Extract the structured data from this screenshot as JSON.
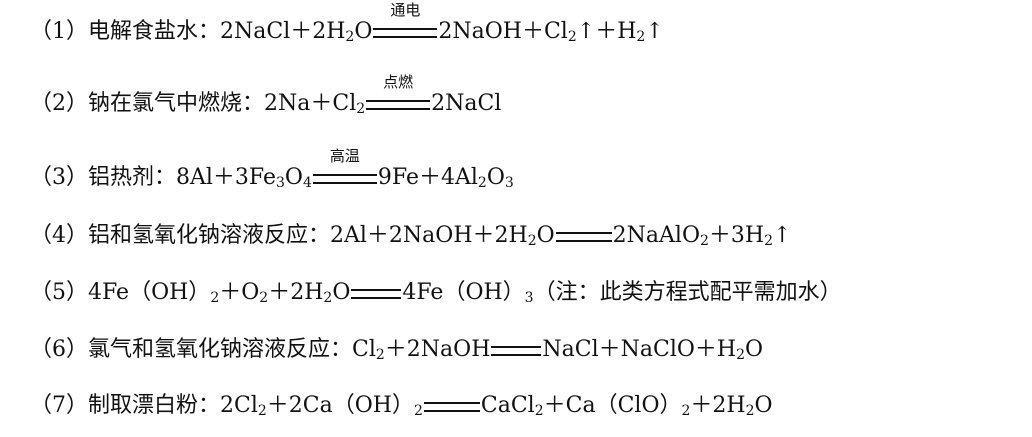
{
  "equations": [
    {
      "left": [
        {
          "t": "（1）电解食盐水：2NaCl＋2H"
        },
        {
          "sub": "2"
        },
        {
          "t": "O"
        }
      ],
      "condition": "通电",
      "right": [
        {
          "t": "2NaOH＋Cl"
        },
        {
          "sub": "2"
        },
        {
          "t": "↑＋H"
        },
        {
          "sub": "2"
        },
        {
          "t": "↑"
        }
      ]
    },
    {
      "left": [
        {
          "t": "（2）钠在氯气中燃烧：2Na＋Cl"
        },
        {
          "sub": "2"
        }
      ],
      "condition": "点燃",
      "right": [
        {
          "t": "2NaCl"
        }
      ]
    },
    {
      "left": [
        {
          "t": "（3）铝热剂：8Al＋3Fe"
        },
        {
          "sub": "3"
        },
        {
          "t": "O"
        },
        {
          "sub": "4"
        }
      ],
      "condition": "高温",
      "right": [
        {
          "t": "9Fe＋4Al"
        },
        {
          "sub": "2"
        },
        {
          "t": "O"
        },
        {
          "sub": "3"
        }
      ]
    },
    {
      "left": [
        {
          "t": "（4）铝和氢氧化钠溶液反应：2Al＋2NaOH＋2H"
        },
        {
          "sub": "2"
        },
        {
          "t": "O"
        }
      ],
      "condition": "",
      "right": [
        {
          "t": "2NaAlO"
        },
        {
          "sub": "2"
        },
        {
          "t": "＋3H"
        },
        {
          "sub": "2"
        },
        {
          "t": "↑"
        }
      ]
    },
    {
      "left": [
        {
          "t": "（5）4Fe（OH）"
        },
        {
          "sub": "2"
        },
        {
          "t": "＋O"
        },
        {
          "sub": "2"
        },
        {
          "t": "＋2H"
        },
        {
          "sub": "2"
        },
        {
          "t": "O"
        }
      ],
      "condition": "",
      "right": [
        {
          "t": "4Fe（OH）"
        },
        {
          "sub": "3"
        },
        {
          "t": "（注：此类方程式配平需加水）"
        }
      ]
    },
    {
      "left": [
        {
          "t": "（6）氯气和氢氧化钠溶液反应：Cl"
        },
        {
          "sub": "2"
        },
        {
          "t": "＋2NaOH"
        }
      ],
      "condition": "",
      "right": [
        {
          "t": "NaCl＋NaClO＋H"
        },
        {
          "sub": "2"
        },
        {
          "t": "O"
        }
      ]
    },
    {
      "left": [
        {
          "t": "（7）制取漂白粉：2Cl"
        },
        {
          "sub": "2"
        },
        {
          "t": "＋2Ca（OH）"
        },
        {
          "sub": "2"
        }
      ],
      "condition": "",
      "right": [
        {
          "t": "CaCl"
        },
        {
          "sub": "2"
        },
        {
          "t": "＋Ca（ClO）"
        },
        {
          "sub": "2"
        },
        {
          "t": "＋2H"
        },
        {
          "sub": "2"
        },
        {
          "t": "O"
        }
      ]
    }
  ]
}
